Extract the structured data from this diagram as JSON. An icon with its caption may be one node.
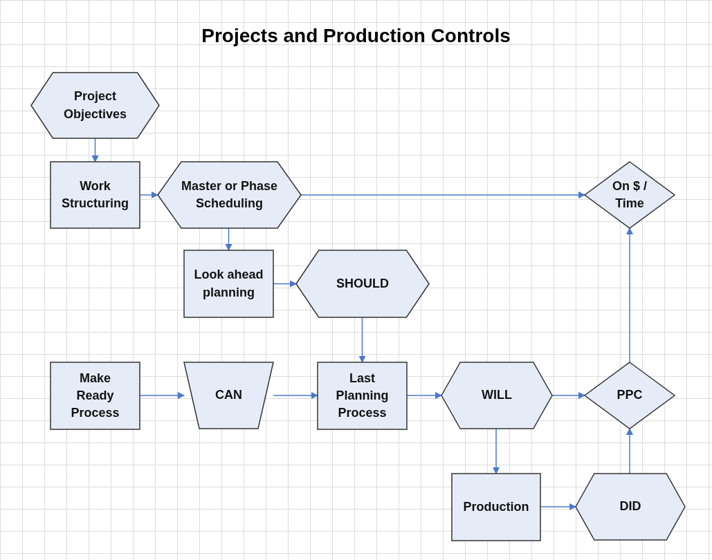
{
  "diagram": {
    "title": "Projects and Production Controls",
    "nodes": [
      {
        "text": [
          "Project Objectives"
        ]
      },
      {
        "text": [
          "Work Structuring"
        ]
      },
      {
        "text": [
          "Master or Phase Scheduling"
        ]
      },
      {
        "text": [
          "On $ / Time"
        ]
      },
      {
        "text": [
          "Look ahead planning"
        ]
      },
      {
        "text": [
          "SHOULD"
        ]
      },
      {
        "text": [
          "Make Ready Process"
        ]
      },
      {
        "text": [
          "CAN"
        ]
      },
      {
        "text": [
          "Last Planning Process"
        ]
      },
      {
        "text": [
          "WILL"
        ]
      },
      {
        "text": [
          "PPC"
        ]
      },
      {
        "text": [
          "Production"
        ]
      },
      {
        "text": [
          "DID"
        ]
      }
    ],
    "edges": [
      {
        "from": 0,
        "to": 1,
        "arrow": "to"
      },
      {
        "from": 1,
        "to": 2,
        "arrow": "to"
      },
      {
        "from": 2,
        "to": 3,
        "arrow": "to"
      },
      {
        "from": 2,
        "to": 4,
        "arrow": "to"
      },
      {
        "from": 4,
        "to": 5,
        "arrow": "to"
      },
      {
        "from": 5,
        "to": 8,
        "arrow": "to"
      },
      {
        "from": 6,
        "to": 7,
        "arrow": "to"
      },
      {
        "from": 7,
        "to": 8,
        "arrow": "to"
      },
      {
        "from": 8,
        "to": 9,
        "arrow": "to"
      },
      {
        "from": 9,
        "to": 10,
        "arrow": "to"
      },
      {
        "from": 9,
        "to": 11,
        "arrow": "to"
      },
      {
        "from": 11,
        "to": 12,
        "arrow": "to"
      },
      {
        "from": 12,
        "to": 10,
        "arrow": "to"
      },
      {
        "from": 10,
        "to": 3,
        "arrow": "to"
      }
    ]
  }
}
